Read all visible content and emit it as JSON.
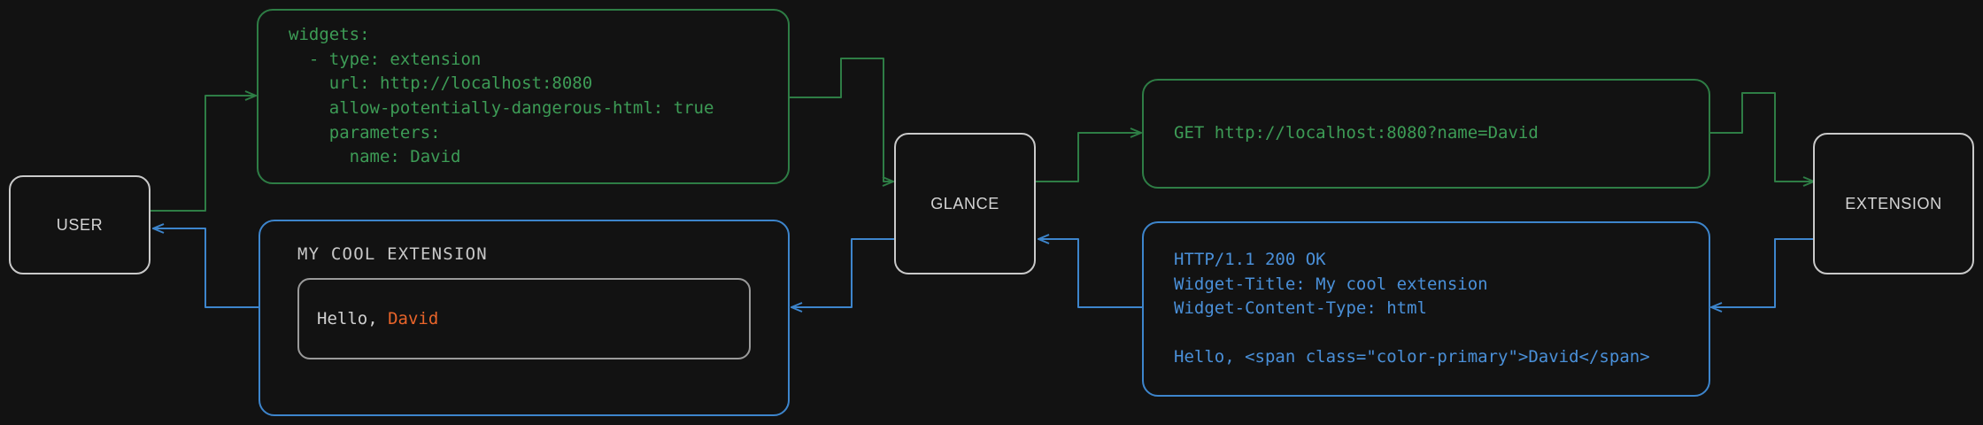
{
  "theme": {
    "background": "#121212",
    "node_border": "#c9c9c9",
    "node_text": "#d4d4d4",
    "request_color": "#3d9c56",
    "response_color": "#4a90d9",
    "accent_primary": "#e8642a"
  },
  "nodes": {
    "user": {
      "label": "USER"
    },
    "glance": {
      "label": "GLANCE"
    },
    "extension": {
      "label": "EXTENSION"
    }
  },
  "boxes": {
    "config": {
      "kind": "yaml-config",
      "color": "#3d9c56",
      "text": "widgets:\n  - type: extension\n    url: http://localhost:8080\n    allow-potentially-dangerous-html: true\n    parameters:\n      name: David"
    },
    "request": {
      "kind": "http-request",
      "color": "#3d9c56",
      "text": "GET http://localhost:8080?name=David"
    },
    "response": {
      "kind": "http-response",
      "color": "#4a90d9",
      "text": "HTTP/1.1 200 OK\nWidget-Title: My cool extension\nWidget-Content-Type: html\n\nHello, <span class=\"color-primary\">David</span>"
    },
    "widget": {
      "kind": "rendered-widget",
      "color": "#4a90d9",
      "title": "MY COOL EXTENSION",
      "greeting_prefix": "Hello, ",
      "greeting_name": "David"
    }
  },
  "edges": {
    "request_flow": "user -> config -> glance -> request -> extension",
    "response_flow": "extension -> response -> glance -> widget -> user"
  }
}
